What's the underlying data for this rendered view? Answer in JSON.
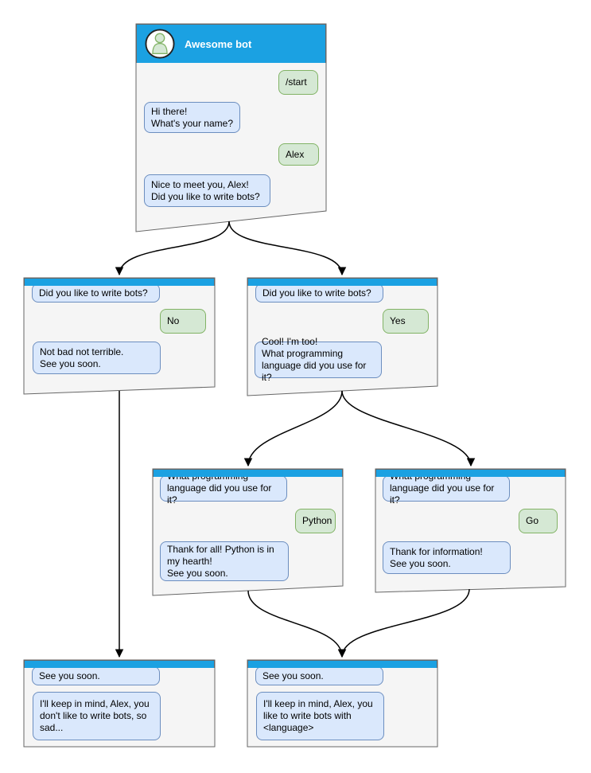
{
  "windows": {
    "main": {
      "title": "Awesome bot",
      "bubbles": {
        "start": "/start",
        "greeting": "Hi there!\nWhat's your name?",
        "name": "Alex",
        "ask_bots": "Nice to meet you, Alex!\nDid you like to write bots?"
      }
    },
    "branch_no": {
      "question": "Did you like to write bots?",
      "answer": "No",
      "reply": "Not bad not terrible.\nSee you soon."
    },
    "branch_yes": {
      "question": "Did you like to write bots?",
      "answer": "Yes",
      "reply": "Cool! I'm too!\nWhat programming\nlanguage did you use for it?"
    },
    "lang_python": {
      "question": "What programming\nlanguage did you use for it?",
      "answer": "Python",
      "reply": "Thank for all! Python is in\nmy hearth!\nSee you soon."
    },
    "lang_go": {
      "question": "What programming\nlanguage did you use for it?",
      "answer": "Go",
      "reply": "Thank for information!\nSee you soon."
    },
    "end_no": {
      "status": "See you soon.",
      "reply": "I'll keep in mind, Alex, you\ndon't like to write bots, so\nsad..."
    },
    "end_yes": {
      "status": "See you soon.",
      "reply": "I'll keep in mind, Alex, you\nlike to write bots with\n<language>"
    }
  },
  "icons": {
    "avatar": "bot-person-icon"
  },
  "colors": {
    "header_blue": "#1ba1e2",
    "bot_bubble_fill": "#dae8fc",
    "bot_bubble_stroke": "#6c8ebf",
    "user_bubble_fill": "#d5e8d4",
    "user_bubble_stroke": "#82b366",
    "window_fill": "#f5f5f5",
    "window_stroke": "#666666",
    "connector": "#000000"
  }
}
